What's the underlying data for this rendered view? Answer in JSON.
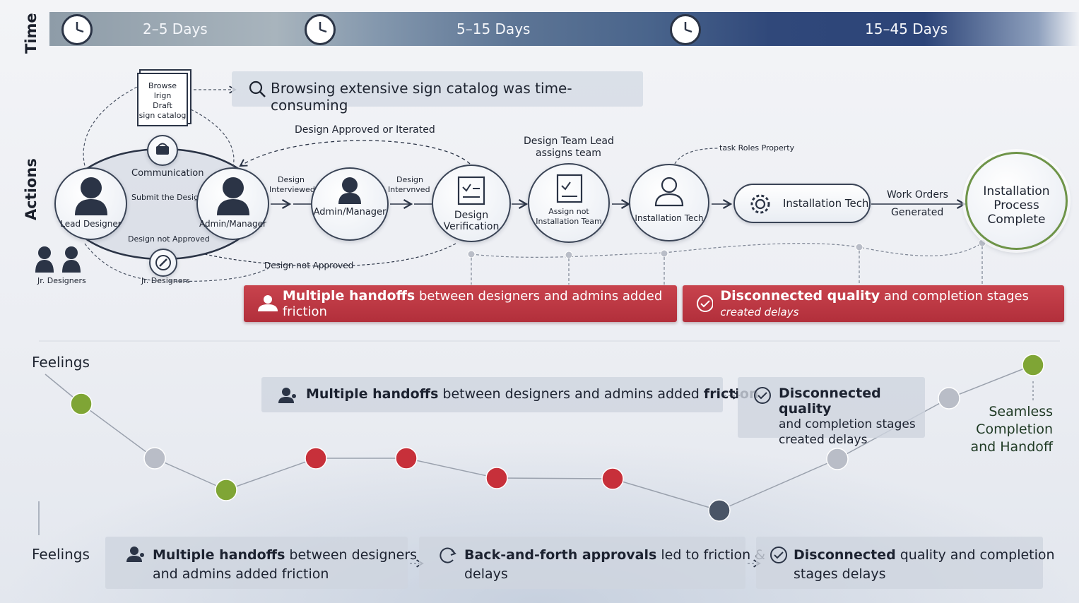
{
  "labels": {
    "time": "Time",
    "actions": "Actions",
    "feelings_top": "Feelings",
    "feelings_bottom": "Feelings"
  },
  "time": [
    "2–5 Days",
    "5–15 Days",
    "15–45 Days"
  ],
  "catalog": {
    "doc": [
      "Browse",
      "lrign",
      "Draft",
      "sign catalog"
    ],
    "callout": "Browsing extensive sign catalog was time-consuming"
  },
  "loop": {
    "communication": "Communication",
    "submit": "Submit the Design",
    "not_approved": "Design not Approved",
    "lead": "Lead Designer",
    "admin": "Admin/Manager",
    "jr_left": "Jr. Designers",
    "jr_bottom": "Jr. Designers"
  },
  "flow": {
    "approved_iterated": "Design Approved or Iterated",
    "interviewed1": [
      "Design",
      "Interviewed"
    ],
    "interviewed2": [
      "Design",
      "Intervnved"
    ],
    "admin2": "Admin/Manager",
    "verification": [
      "Design",
      "Verification"
    ],
    "team_lead": [
      "Design Team Lead",
      "assigns team"
    ],
    "assign": [
      "Assign not",
      "Installation Team"
    ],
    "task_roles": "task Roles Property",
    "tech_circle": "Installation Tech",
    "tech_pill": "Installation Tech",
    "work_orders": [
      "Work Orders",
      "Generated"
    ],
    "complete": [
      "Installation",
      "Process",
      "Complete"
    ],
    "not_approved2": "Design not Approved"
  },
  "red_boxes": [
    {
      "bold": "Multiple handoffs",
      "rest": " between designers and admins added friction",
      "italic": ""
    },
    {
      "bold": "Disconnected quality",
      "rest": " and completion stages ",
      "italic": "created delays"
    }
  ],
  "feelings_callouts": {
    "handoffs": {
      "bold": "Multiple handoffs",
      "rest": " between designers and admins added ",
      "bold2": "friction"
    },
    "disconnected": {
      "bold": "Disconnected quality",
      "lines": [
        "and completion stages",
        "created delays"
      ]
    },
    "seamless": [
      "Seamless",
      "Completion",
      "and Handoff"
    ]
  },
  "bottom": [
    {
      "bold": "Multiple handoffs",
      "rest1": " between designers",
      "line2": "and admins added friction"
    },
    {
      "bold": "Back-and-forth approvals",
      "rest1": " led to friction &",
      "line2": "delays"
    },
    {
      "bold": "Disconnected",
      "rest1": " quality and completion",
      "line2": "stages delays"
    }
  ],
  "colors": {
    "green": "#7fa535",
    "grey": "#b9bdc7",
    "red": "#c7303a",
    "dark": "#4a5566",
    "accent_red": "#b8323e"
  },
  "feelings_curve": [
    {
      "color": "green"
    },
    {
      "color": "grey"
    },
    {
      "color": "green"
    },
    {
      "color": "red"
    },
    {
      "color": "red"
    },
    {
      "color": "red"
    },
    {
      "color": "red"
    },
    {
      "color": "dark"
    },
    {
      "color": "grey"
    },
    {
      "color": "grey"
    },
    {
      "color": "green"
    }
  ]
}
